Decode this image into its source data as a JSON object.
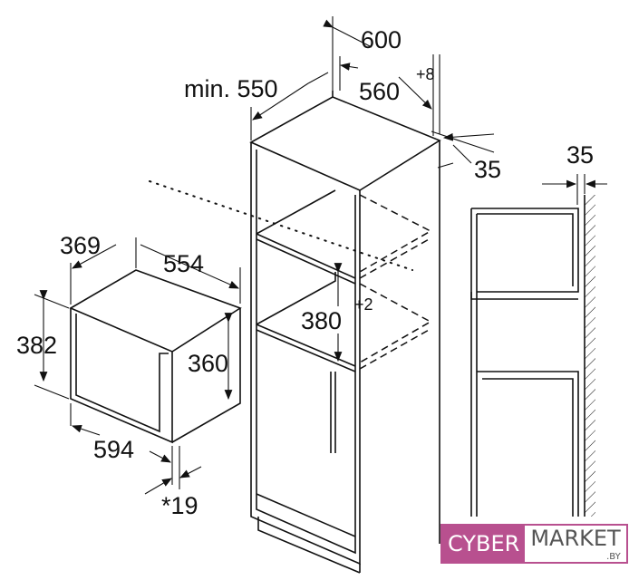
{
  "dimensions": {
    "cabinet_width": "600",
    "cabinet_depth_min": "min. 550",
    "niche_width": "560",
    "niche_width_tol": "+8",
    "rear_gap_top": "35",
    "side_gap": "35",
    "niche_height": "380",
    "niche_height_tol": "+2",
    "appliance_depth": "369",
    "appliance_body_width": "554",
    "appliance_height": "382",
    "appliance_body_height": "360",
    "appliance_width": "594",
    "door_thickness": "*19"
  },
  "logo": {
    "part1": "CYBER",
    "part2": "MARKET",
    "suffix": ".BY",
    "color": "#b8508f"
  }
}
